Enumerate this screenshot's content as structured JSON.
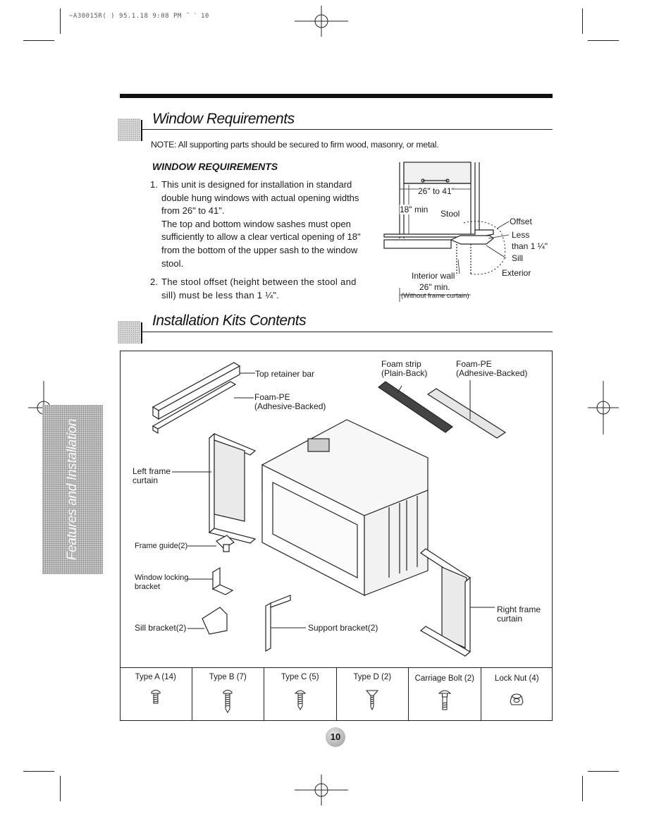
{
  "print_header": "~A30015R( ) 95.1.18 9:08 PM ˜ ˋ 10",
  "section1": {
    "title": "Window Requirements",
    "note": "NOTE: All supporting parts should be secured to firm wood, masonry, or metal.",
    "subheading": "WINDOW REQUIREMENTS",
    "items": [
      {
        "num": "1.",
        "text": "This unit is designed for installation in standard double hung windows with actual opening widths from 26\" to 41\".",
        "text2": "The top and bottom window sashes must open sufficiently to allow a clear vertical opening of 18\" from the bottom of the upper sash to the window stool."
      },
      {
        "num": "2.",
        "text": "The stool offset (height between the stool and sill) must be less than 1 ¼\"."
      }
    ],
    "diagram": {
      "width_range": "26\" to 41\"",
      "min_height": "18\" min",
      "stool": "Stool",
      "offset": "Offset",
      "less": "Less",
      "than": "than 1 ¼\"",
      "sill": "Sill",
      "interior_wall": "Interior wall",
      "exterior": "Exterior",
      "min_width": "26\" min.",
      "min_width_note": "(Without frame curtain)"
    }
  },
  "section2": {
    "title": "Installation Kits Contents",
    "labels": {
      "top_retainer_bar": "Top retainer bar",
      "foam_pe_1": "Foam-PE",
      "foam_pe_1b": "(Adhesive-Backed)",
      "foam_strip": "Foam strip",
      "foam_strip_b": "(Plain-Back)",
      "foam_pe_2": "Foam-PE",
      "foam_pe_2b": "(Adhesive-Backed)",
      "left_frame": "Left frame",
      "left_frame_b": "curtain",
      "frame_guide": "Frame guide(2)",
      "window_locking": "Window locking",
      "window_locking_b": "bracket",
      "sill_bracket": "Sill bracket(2)",
      "support_bracket": "Support bracket(2)",
      "right_frame": "Right frame",
      "right_frame_b": "curtain"
    },
    "fasteners": [
      {
        "label": "Type A (14)",
        "icon": "short-screw-icon"
      },
      {
        "label": "Type B (7)",
        "icon": "long-screw-icon"
      },
      {
        "label": "Type C (5)",
        "icon": "round-head-screw-icon"
      },
      {
        "label": "Type D (2)",
        "icon": "flat-head-screw-icon"
      },
      {
        "label": "Carriage Bolt  (2)",
        "icon": "carriage-bolt-icon"
      },
      {
        "label": "Lock Nut  (4)",
        "icon": "lock-nut-icon"
      }
    ]
  },
  "side_tab": "Features and Installation",
  "page_number": "10"
}
